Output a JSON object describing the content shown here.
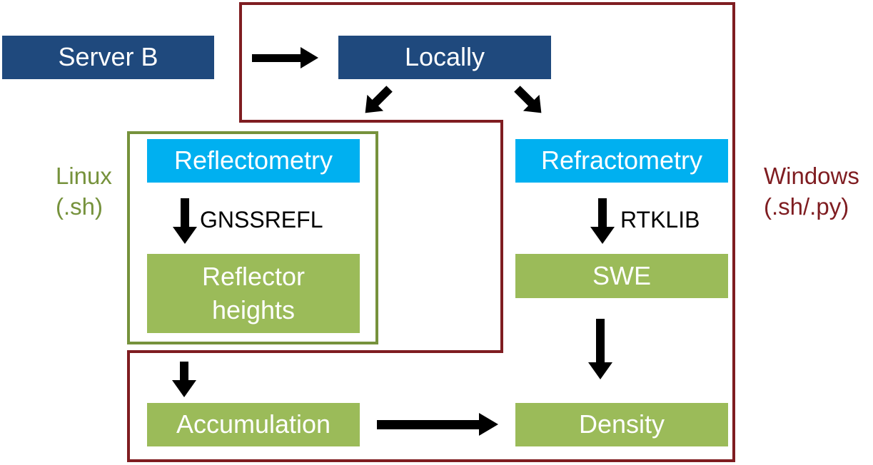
{
  "nodes": {
    "server_b": "Server B",
    "locally": "Locally",
    "reflectometry": "Reflectometry",
    "refractometry": "Refractometry",
    "reflector_heights_line1": "Reflector",
    "reflector_heights_line2": "heights",
    "swe": "SWE",
    "accumulation": "Accumulation",
    "density": "Density"
  },
  "edge_labels": {
    "gnssrefl": "GNSSREFL",
    "rtklib": "RTKLIB"
  },
  "groups": {
    "linux_line1": "Linux",
    "linux_line2": "(.sh)",
    "windows_line1": "Windows",
    "windows_line2": "(.sh/.py)"
  },
  "colors": {
    "navy": "#1f497d",
    "cyan": "#00b0f0",
    "green": "#9bbb59",
    "olive": "#76923c",
    "maroon": "#7f1d21",
    "arrow": "#000000"
  }
}
